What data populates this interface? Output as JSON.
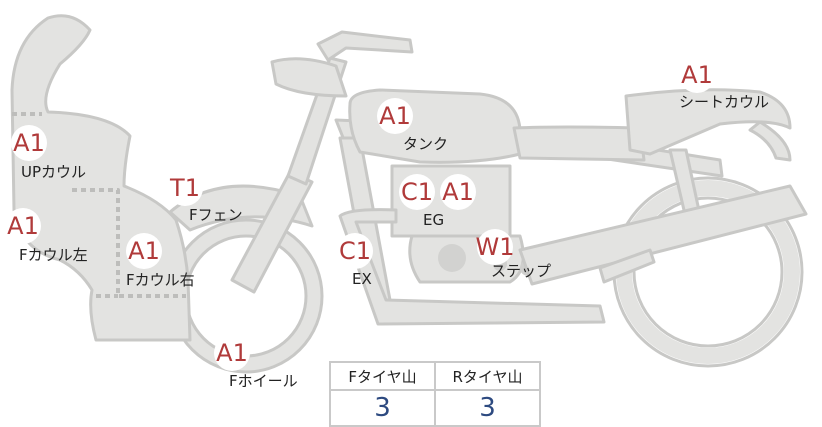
{
  "parts": [
    {
      "id": "up-cowl",
      "badge": "A1",
      "label": "UPカウル"
    },
    {
      "id": "f-cowl-left",
      "badge": "A1",
      "label": "Fカウル左"
    },
    {
      "id": "f-cowl-right",
      "badge": "A1",
      "label": "Fカウル右"
    },
    {
      "id": "f-fender",
      "badge": "T1",
      "label": "Fフェン"
    },
    {
      "id": "f-wheel",
      "badge": "A1",
      "label": "Fホイール"
    },
    {
      "id": "tank",
      "badge": "A1",
      "label": "タンク"
    },
    {
      "id": "engine",
      "badge1": "C1",
      "badge2": "A1",
      "label": "EG"
    },
    {
      "id": "exhaust",
      "badge": "C1",
      "label": "EX"
    },
    {
      "id": "step",
      "badge": "W1",
      "label": "ステップ"
    },
    {
      "id": "seat-cowl",
      "badge": "A1",
      "label": "シートカウル"
    }
  ],
  "tire_table": {
    "headers": [
      "Fタイヤ山",
      "Rタイヤ山"
    ],
    "values": [
      "3",
      "3"
    ]
  },
  "colors": {
    "body": "#e3e3e1",
    "outline": "#c8c8c6",
    "badge_text": "#b03a3a",
    "value_text": "#2d4a80"
  }
}
